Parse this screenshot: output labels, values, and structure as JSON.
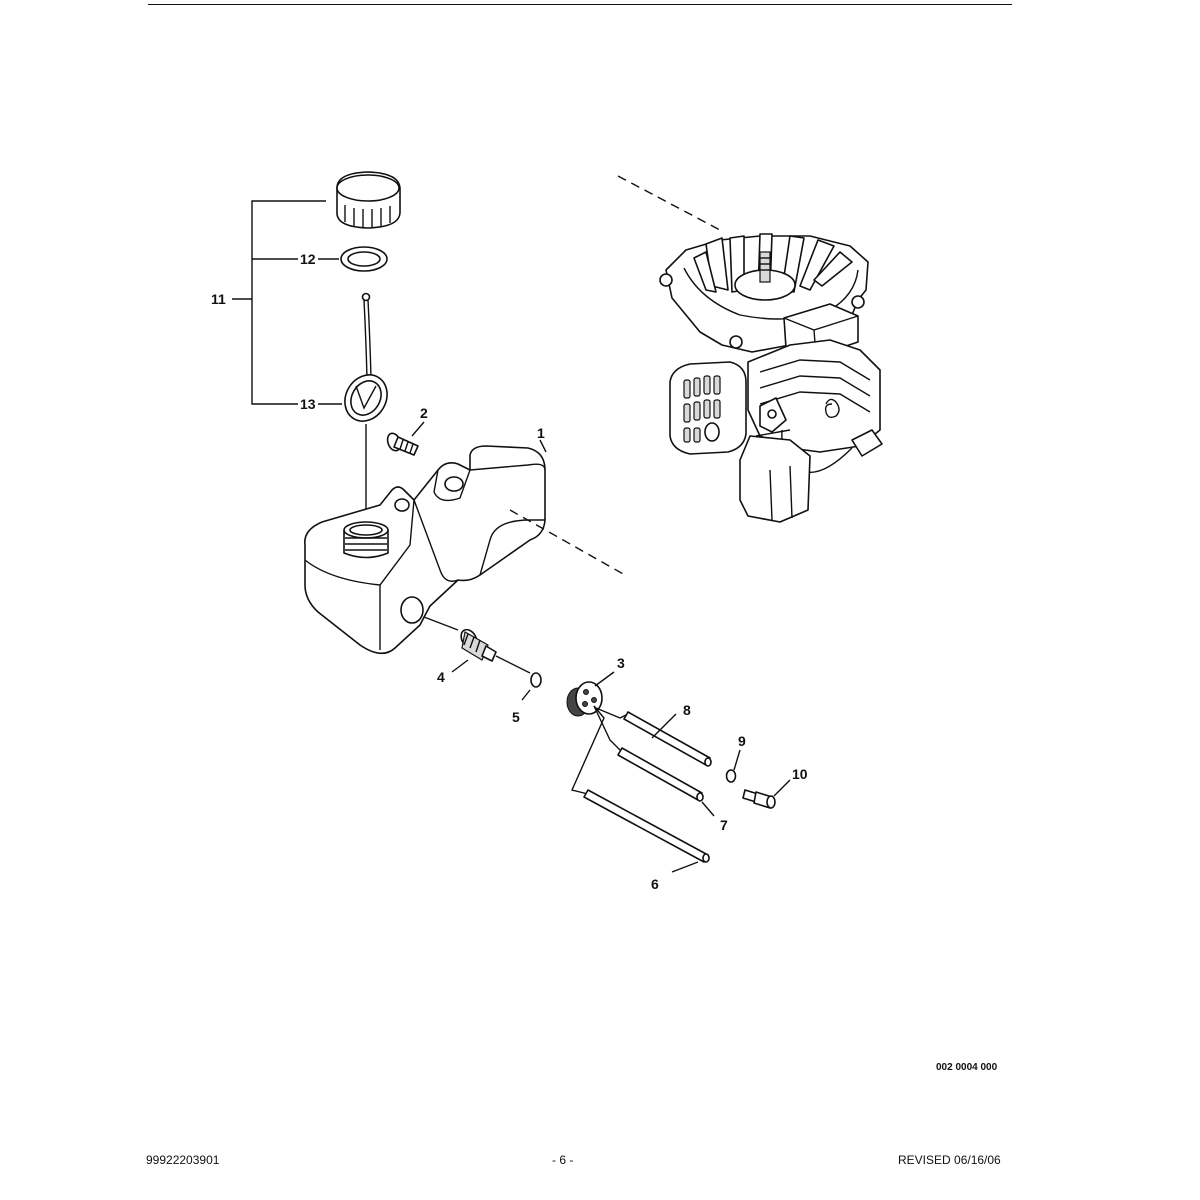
{
  "diagram": {
    "callouts": [
      {
        "id": "1",
        "text": "1"
      },
      {
        "id": "2",
        "text": "2"
      },
      {
        "id": "3",
        "text": "3"
      },
      {
        "id": "4",
        "text": "4"
      },
      {
        "id": "5",
        "text": "5"
      },
      {
        "id": "6",
        "text": "6"
      },
      {
        "id": "7",
        "text": "7"
      },
      {
        "id": "8",
        "text": "8"
      },
      {
        "id": "9",
        "text": "9"
      },
      {
        "id": "10",
        "text": "10"
      },
      {
        "id": "11",
        "text": "11"
      },
      {
        "id": "12",
        "text": "12"
      },
      {
        "id": "13",
        "text": "13"
      }
    ],
    "drawing_code": "002 0004 000"
  },
  "footer": {
    "part_number": "99922203901",
    "page": "- 6 -",
    "revised": "REVISED 06/16/06"
  }
}
